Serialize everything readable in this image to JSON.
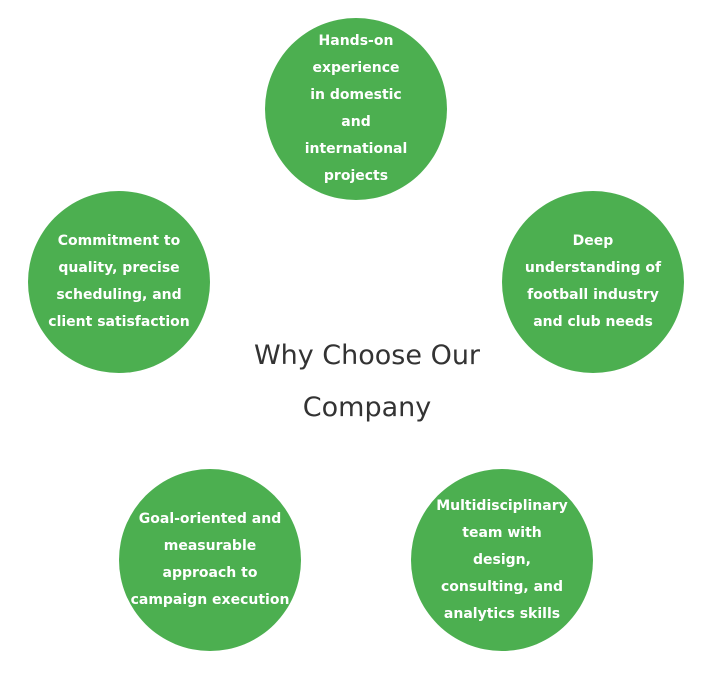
{
  "title": "Why Choose Our Company",
  "colors": {
    "circle": "#4caf50",
    "title": "#333333"
  },
  "items": [
    {
      "text": "Hands-on experience in domestic and international projects"
    },
    {
      "text": "Deep understanding of football industry and club needs"
    },
    {
      "text": "Multidisciplinary team with design, consulting, and analytics skills"
    },
    {
      "text": "Goal-oriented and measurable approach to campaign execution"
    },
    {
      "text": "Commitment to quality, precise scheduling, and client satisfaction"
    }
  ]
}
